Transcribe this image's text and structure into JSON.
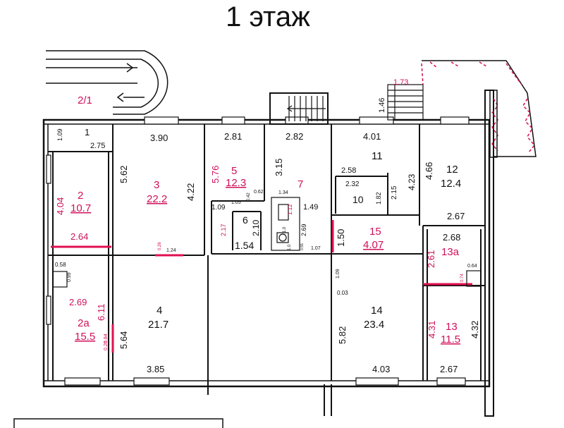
{
  "title": "1 этаж",
  "colors": {
    "walls": "#111111",
    "room_labels": "#d0105a",
    "accent_wall": "#e01050"
  },
  "rooms": [
    {
      "id": "2/1",
      "dims": [
        "1",
        "2.75",
        "1.09"
      ]
    },
    {
      "id": "2",
      "area": "10.7",
      "dims": [
        "4.04",
        "2.64"
      ]
    },
    {
      "id": "2a",
      "area": "15.5",
      "dims": [
        "2.69",
        "6.11",
        "0.58",
        "0.99",
        "0.84",
        "0.26"
      ]
    },
    {
      "id": "3",
      "area": "22.2",
      "dims": [
        "3.90",
        "5.62",
        "4.22",
        "0.26",
        "1.24"
      ]
    },
    {
      "id": "4",
      "area": "21.7",
      "dims": [
        "5.64",
        "3.85"
      ]
    },
    {
      "id": "5",
      "area": "12.3",
      "dims": [
        "2.81",
        "5.76",
        "1.09",
        "1.05",
        "0.42",
        "0.62"
      ]
    },
    {
      "id": "6",
      "area": "1.54",
      "dims": [
        "2.10",
        "2.17"
      ]
    },
    {
      "id": "7",
      "dims": [
        "2.82",
        "3.15",
        "1.34",
        "1.49",
        "2.69",
        "1.12",
        "1.07",
        "1.0",
        "0.55",
        "1.0"
      ]
    },
    {
      "id": "11",
      "dims": [
        "4.01",
        "2.58",
        "4.23"
      ]
    },
    {
      "id": "10",
      "dims": [
        "2.32",
        "1.82",
        "2.15"
      ]
    },
    {
      "id": "12",
      "area": "12.4",
      "dims": [
        "4.66",
        "2.67"
      ]
    },
    {
      "id": "15",
      "area": "4.07",
      "dims": [
        "1.50"
      ]
    },
    {
      "id": "13a",
      "dims": [
        "2.68",
        "2.61",
        "0.64",
        "0.74"
      ]
    },
    {
      "id": "14",
      "area": "23.4",
      "dims": [
        "5.82",
        "4.03",
        "1.09",
        "0.03"
      ]
    },
    {
      "id": "13",
      "area": "11.5",
      "dims": [
        "4.31",
        "4.32",
        "2.67"
      ]
    },
    {
      "id": "stairs",
      "dims": [
        "1.73",
        "1.46"
      ]
    }
  ]
}
